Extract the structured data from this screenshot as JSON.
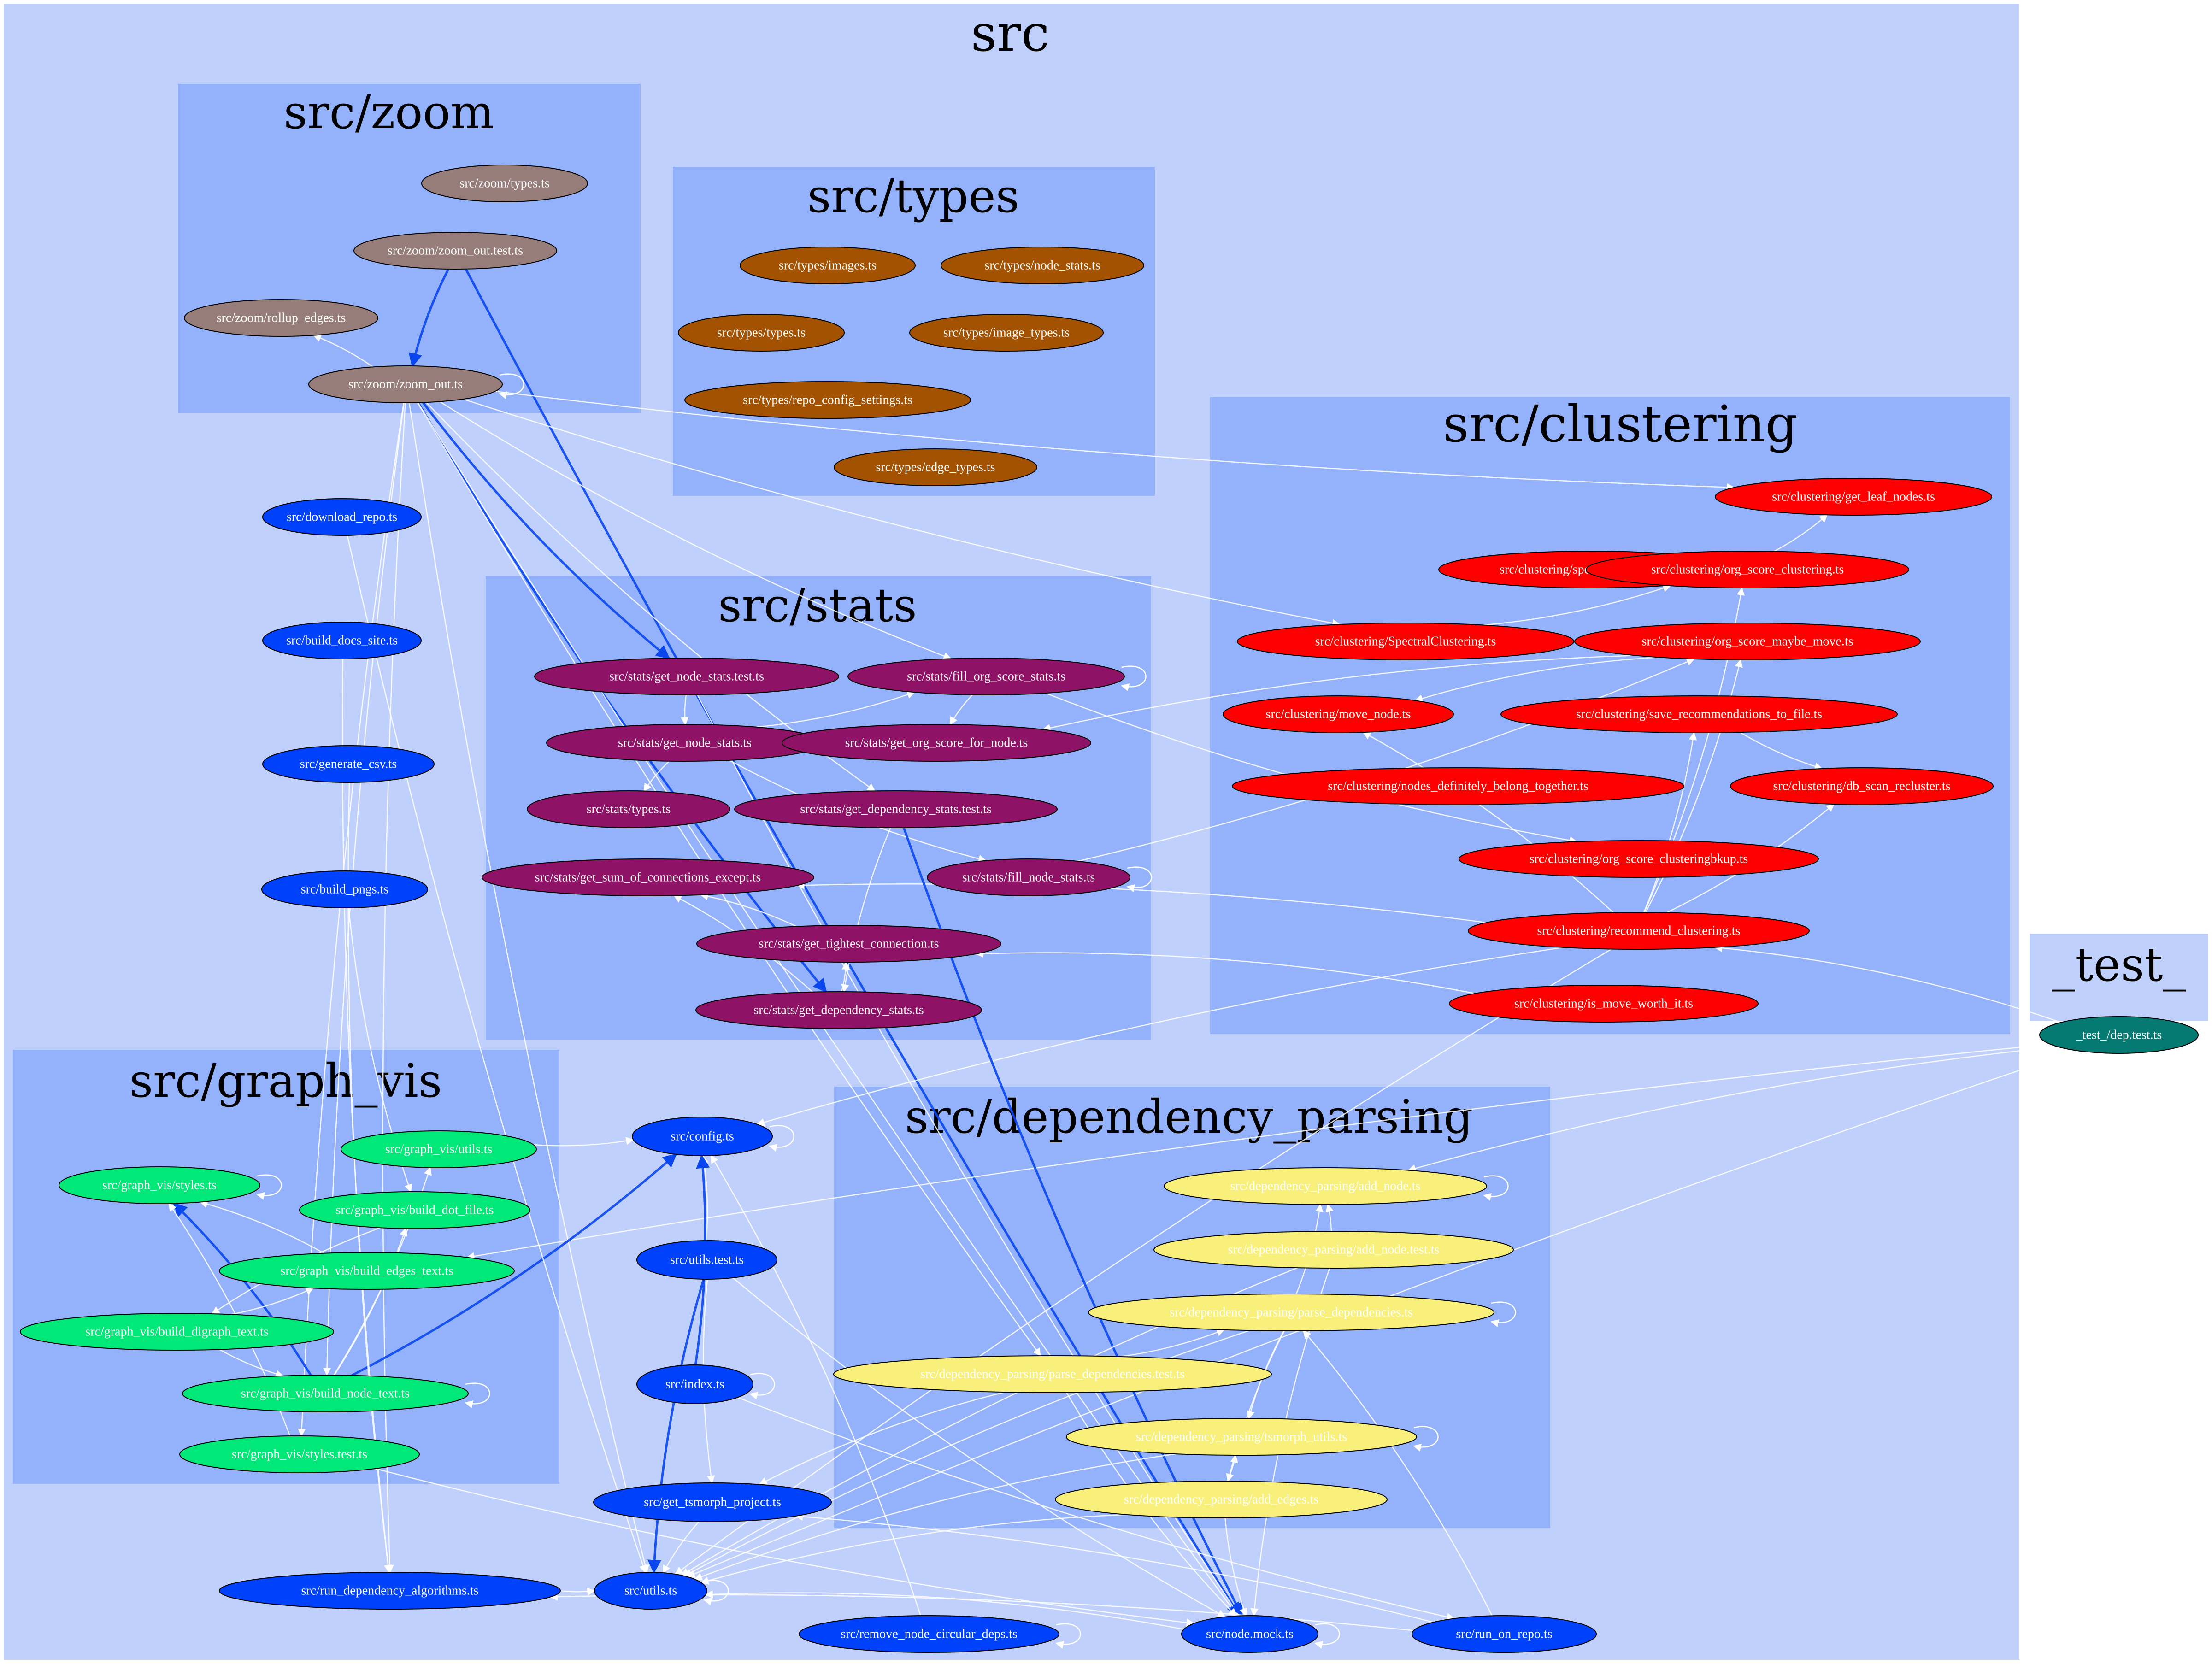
{
  "colors": {
    "outer_cluster": "#bfd0fc",
    "inner_cluster": "#93b2fb",
    "edge_light": "#ffffff",
    "edge_strong": "#0a46ee"
  },
  "clusters": [
    {
      "id": "src",
      "label": "src"
    },
    {
      "id": "_test_",
      "label": "_test_"
    },
    {
      "id": "zoom",
      "label": "src/zoom"
    },
    {
      "id": "types",
      "label": "src/types"
    },
    {
      "id": "clustering",
      "label": "src/clustering"
    },
    {
      "id": "stats",
      "label": "src/stats"
    },
    {
      "id": "graph_vis",
      "label": "src/graph_vis"
    },
    {
      "id": "dependency_parsing",
      "label": "src/dependency_parsing"
    }
  ],
  "node_groups": {
    "zoom": {
      "fill": "#977d79",
      "text": "#ffffff"
    },
    "types": {
      "fill": "#a25200",
      "text": "#ffffff"
    },
    "clustering": {
      "fill": "#ff0000",
      "text": "#ffffff"
    },
    "stats": {
      "fill": "#8e1266",
      "text": "#ffffff"
    },
    "graph_vis": {
      "fill": "#00e878",
      "text": "#ffffff"
    },
    "dependency_parsing": {
      "fill": "#f8f07b",
      "text": "#ffffff"
    },
    "src": {
      "fill": "#0041fb",
      "text": "#ffffff"
    },
    "test": {
      "fill": "#047a72",
      "text": "#ffffff"
    }
  },
  "nodes": [
    {
      "id": "zoom_types",
      "label": "src/zoom/types.ts",
      "group": "zoom"
    },
    {
      "id": "zoom_out_test",
      "label": "src/zoom/zoom_out.test.ts",
      "group": "zoom"
    },
    {
      "id": "rollup_edges",
      "label": "src/zoom/rollup_edges.ts",
      "group": "zoom"
    },
    {
      "id": "zoom_out",
      "label": "src/zoom/zoom_out.ts",
      "group": "zoom"
    },
    {
      "id": "types_images",
      "label": "src/types/images.ts",
      "group": "types"
    },
    {
      "id": "types_node_stats",
      "label": "src/types/node_stats.ts",
      "group": "types"
    },
    {
      "id": "types_types",
      "label": "src/types/types.ts",
      "group": "types"
    },
    {
      "id": "types_image_types",
      "label": "src/types/image_types.ts",
      "group": "types"
    },
    {
      "id": "types_repo_config",
      "label": "src/types/repo_config_settings.ts",
      "group": "types"
    },
    {
      "id": "types_edge_types",
      "label": "src/types/edge_types.ts",
      "group": "types"
    },
    {
      "id": "get_leaf_nodes",
      "label": "src/clustering/get_leaf_nodes.ts",
      "group": "clustering"
    },
    {
      "id": "spectral_clustering",
      "label": "src/clustering/spectral_clustering.ts",
      "group": "clustering"
    },
    {
      "id": "org_score_clustering",
      "label": "src/clustering/org_score_clustering.ts",
      "group": "clustering"
    },
    {
      "id": "SpectralClustering",
      "label": "src/clustering/SpectralClustering.ts",
      "group": "clustering"
    },
    {
      "id": "org_score_maybe_move",
      "label": "src/clustering/org_score_maybe_move.ts",
      "group": "clustering"
    },
    {
      "id": "move_node",
      "label": "src/clustering/move_node.ts",
      "group": "clustering"
    },
    {
      "id": "save_recommendations",
      "label": "src/clustering/save_recommendations_to_file.ts",
      "group": "clustering"
    },
    {
      "id": "nodes_definitely",
      "label": "src/clustering/nodes_definitely_belong_together.ts",
      "group": "clustering"
    },
    {
      "id": "db_scan_recluster",
      "label": "src/clustering/db_scan_recluster.ts",
      "group": "clustering"
    },
    {
      "id": "org_score_bkup",
      "label": "src/clustering/org_score_clusteringbkup.ts",
      "group": "clustering"
    },
    {
      "id": "recommend_clustering",
      "label": "src/clustering/recommend_clustering.ts",
      "group": "clustering"
    },
    {
      "id": "is_move_worth_it",
      "label": "src/clustering/is_move_worth_it.ts",
      "group": "clustering"
    },
    {
      "id": "get_node_stats_test",
      "label": "src/stats/get_node_stats.test.ts",
      "group": "stats"
    },
    {
      "id": "fill_org_score_stats",
      "label": "src/stats/fill_org_score_stats.ts",
      "group": "stats"
    },
    {
      "id": "get_node_stats",
      "label": "src/stats/get_node_stats.ts",
      "group": "stats"
    },
    {
      "id": "get_org_score_for_node",
      "label": "src/stats/get_org_score_for_node.ts",
      "group": "stats"
    },
    {
      "id": "stats_types",
      "label": "src/stats/types.ts",
      "group": "stats"
    },
    {
      "id": "get_dependency_stats_test",
      "label": "src/stats/get_dependency_stats.test.ts",
      "group": "stats"
    },
    {
      "id": "get_sum_of_connections",
      "label": "src/stats/get_sum_of_connections_except.ts",
      "group": "stats"
    },
    {
      "id": "fill_node_stats",
      "label": "src/stats/fill_node_stats.ts",
      "group": "stats"
    },
    {
      "id": "get_tightest_connection",
      "label": "src/stats/get_tightest_connection.ts",
      "group": "stats"
    },
    {
      "id": "get_dependency_stats",
      "label": "src/stats/get_dependency_stats.ts",
      "group": "stats"
    },
    {
      "id": "gv_utils",
      "label": "src/graph_vis/utils.ts",
      "group": "graph_vis"
    },
    {
      "id": "gv_styles",
      "label": "src/graph_vis/styles.ts",
      "group": "graph_vis"
    },
    {
      "id": "gv_build_dot_file",
      "label": "src/graph_vis/build_dot_file.ts",
      "group": "graph_vis"
    },
    {
      "id": "gv_build_edges_text",
      "label": "src/graph_vis/build_edges_text.ts",
      "group": "graph_vis"
    },
    {
      "id": "gv_build_digraph_text",
      "label": "src/graph_vis/build_digraph_text.ts",
      "group": "graph_vis"
    },
    {
      "id": "gv_build_node_text",
      "label": "src/graph_vis/build_node_text.ts",
      "group": "graph_vis"
    },
    {
      "id": "gv_styles_test",
      "label": "src/graph_vis/styles.test.ts",
      "group": "graph_vis"
    },
    {
      "id": "dp_add_node",
      "label": "src/dependency_parsing/add_node.ts",
      "group": "dependency_parsing"
    },
    {
      "id": "dp_add_node_test",
      "label": "src/dependency_parsing/add_node.test.ts",
      "group": "dependency_parsing"
    },
    {
      "id": "dp_parse_dependencies",
      "label": "src/dependency_parsing/parse_dependencies.ts",
      "group": "dependency_parsing"
    },
    {
      "id": "dp_parse_dependencies_test",
      "label": "src/dependency_parsing/parse_dependencies.test.ts",
      "group": "dependency_parsing"
    },
    {
      "id": "dp_tsmorph_utils",
      "label": "src/dependency_parsing/tsmorph_utils.ts",
      "group": "dependency_parsing"
    },
    {
      "id": "dp_add_edges",
      "label": "src/dependency_parsing/add_edges.ts",
      "group": "dependency_parsing"
    },
    {
      "id": "download_repo",
      "label": "src/download_repo.ts",
      "group": "src"
    },
    {
      "id": "build_docs_site",
      "label": "src/build_docs_site.ts",
      "group": "src"
    },
    {
      "id": "generate_csv",
      "label": "src/generate_csv.ts",
      "group": "src"
    },
    {
      "id": "build_pngs",
      "label": "src/build_pngs.ts",
      "group": "src"
    },
    {
      "id": "config",
      "label": "src/config.ts",
      "group": "src"
    },
    {
      "id": "utils_test",
      "label": "src/utils.test.ts",
      "group": "src"
    },
    {
      "id": "index",
      "label": "src/index.ts",
      "group": "src"
    },
    {
      "id": "get_tsmorph_project",
      "label": "src/get_tsmorph_project.ts",
      "group": "src"
    },
    {
      "id": "run_dependency_algorithms",
      "label": "src/run_dependency_algorithms.ts",
      "group": "src"
    },
    {
      "id": "utils",
      "label": "src/utils.ts",
      "group": "src"
    },
    {
      "id": "remove_node_circular_deps",
      "label": "src/remove_node_circular_deps.ts",
      "group": "src"
    },
    {
      "id": "node_mock",
      "label": "src/node.mock.ts",
      "group": "src"
    },
    {
      "id": "run_on_repo",
      "label": "src/run_on_repo.ts",
      "group": "src"
    },
    {
      "id": "test_dep",
      "label": "_test_/dep.test.ts",
      "group": "test"
    }
  ],
  "self_loops": [
    "zoom_out",
    "fill_org_score_stats",
    "fill_node_stats",
    "gv_styles",
    "gv_build_node_text",
    "config",
    "index",
    "utils",
    "remove_node_circular_deps",
    "node_mock",
    "dp_add_node",
    "dp_parse_dependencies",
    "dp_tsmorph_utils"
  ],
  "edges": [
    {
      "from": "zoom_out_test",
      "to": "zoom_out",
      "strong": true
    },
    {
      "from": "zoom_out_test",
      "to": "node_mock",
      "strong": true
    },
    {
      "from": "zoom_out",
      "to": "rollup_edges",
      "strong": false
    },
    {
      "from": "zoom_out",
      "to": "get_leaf_nodes",
      "strong": false
    },
    {
      "from": "zoom_out",
      "to": "SpectralClustering",
      "strong": false
    },
    {
      "from": "zoom_out",
      "to": "fill_org_score_stats",
      "strong": false
    },
    {
      "from": "zoom_out",
      "to": "get_dependency_stats",
      "strong": true
    },
    {
      "from": "zoom_out",
      "to": "gv_build_node_text",
      "strong": false
    },
    {
      "from": "zoom_out",
      "to": "gv_styles_test",
      "strong": false
    },
    {
      "from": "zoom_out",
      "to": "run_dependency_algorithms",
      "strong": false
    },
    {
      "from": "zoom_out",
      "to": "utils",
      "strong": false
    },
    {
      "from": "zoom_out",
      "to": "node_mock",
      "strong": false
    },
    {
      "from": "zoom_out",
      "to": "get_node_stats_test",
      "strong": true
    },
    {
      "from": "zoom_out",
      "to": "dp_parse_dependencies_test",
      "strong": false
    },
    {
      "from": "zoom_out",
      "to": "get_dependency_stats_test",
      "strong": false
    },
    {
      "from": "SpectralClustering",
      "to": "org_score_clustering",
      "strong": false
    },
    {
      "from": "org_score_clustering",
      "to": "get_leaf_nodes",
      "strong": false
    },
    {
      "from": "org_score_maybe_move",
      "to": "move_node",
      "strong": false
    },
    {
      "from": "org_score_maybe_move",
      "to": "get_org_score_for_node",
      "strong": false
    },
    {
      "from": "save_recommendations",
      "to": "db_scan_recluster",
      "strong": false
    },
    {
      "from": "recommend_clustering",
      "to": "org_score_maybe_move",
      "strong": false
    },
    {
      "from": "recommend_clustering",
      "to": "save_recommendations",
      "strong": false
    },
    {
      "from": "recommend_clustering",
      "to": "db_scan_recluster",
      "strong": false
    },
    {
      "from": "recommend_clustering",
      "to": "move_node",
      "strong": false
    },
    {
      "from": "recommend_clustering",
      "to": "org_score_clustering",
      "strong": false
    },
    {
      "from": "recommend_clustering",
      "to": "config",
      "strong": false
    },
    {
      "from": "recommend_clustering",
      "to": "get_sum_of_connections",
      "strong": false
    },
    {
      "from": "recommend_clustering",
      "to": "utils",
      "strong": false
    },
    {
      "from": "test_dep",
      "to": "recommend_clustering",
      "strong": false
    },
    {
      "from": "test_dep",
      "to": "utils",
      "strong": false
    },
    {
      "from": "test_dep",
      "to": "dp_add_node",
      "strong": false
    },
    {
      "from": "test_dep",
      "to": "gv_build_edges_text",
      "strong": false
    },
    {
      "from": "is_move_worth_it",
      "to": "get_tightest_connection",
      "strong": false
    },
    {
      "from": "fill_node_stats",
      "to": "org_score_maybe_move",
      "strong": false
    },
    {
      "from": "get_node_stats_test",
      "to": "get_node_stats",
      "strong": false
    },
    {
      "from": "get_node_stats_test",
      "to": "node_mock",
      "strong": false
    },
    {
      "from": "get_node_stats",
      "to": "fill_org_score_stats",
      "strong": false
    },
    {
      "from": "get_node_stats",
      "to": "stats_types",
      "strong": false
    },
    {
      "from": "get_node_stats",
      "to": "fill_node_stats",
      "strong": false
    },
    {
      "from": "fill_org_score_stats",
      "to": "get_org_score_for_node",
      "strong": false
    },
    {
      "from": "fill_org_score_stats",
      "to": "org_score_bkup",
      "strong": false
    },
    {
      "from": "get_dependency_stats_test",
      "to": "get_dependency_stats",
      "strong": false
    },
    {
      "from": "get_dependency_stats_test",
      "to": "node_mock",
      "strong": true
    },
    {
      "from": "get_tightest_connection",
      "to": "get_sum_of_connections",
      "strong": false
    },
    {
      "from": "get_dependency_stats",
      "to": "get_sum_of_connections",
      "strong": false
    },
    {
      "from": "get_dependency_stats",
      "to": "get_tightest_connection",
      "strong": false
    },
    {
      "from": "gv_build_node_text",
      "to": "config",
      "strong": true
    },
    {
      "from": "gv_build_node_text",
      "to": "gv_styles",
      "strong": true
    },
    {
      "from": "gv_build_node_text",
      "to": "gv_utils",
      "strong": false
    },
    {
      "from": "gv_build_node_text",
      "to": "gv_build_dot_file",
      "strong": false
    },
    {
      "from": "gv_build_digraph_text",
      "to": "gv_build_node_text",
      "strong": false
    },
    {
      "from": "gv_build_digraph_text",
      "to": "gv_build_edges_text",
      "strong": false
    },
    {
      "from": "gv_build_dot_file",
      "to": "gv_build_digraph_text",
      "strong": false
    },
    {
      "from": "gv_build_edges_text",
      "to": "gv_styles",
      "strong": false
    },
    {
      "from": "gv_styles_test",
      "to": "gv_styles",
      "strong": false
    },
    {
      "from": "gv_styles_test",
      "to": "node_mock",
      "strong": false
    },
    {
      "from": "gv_utils",
      "to": "config",
      "strong": false
    },
    {
      "from": "build_pngs",
      "to": "gv_build_dot_file",
      "strong": false
    },
    {
      "from": "generate_csv",
      "to": "run_dependency_algorithms",
      "strong": false
    },
    {
      "from": "build_docs_site",
      "to": "run_dependency_algorithms",
      "strong": false
    },
    {
      "from": "download_repo",
      "to": "utils",
      "strong": false
    },
    {
      "from": "utils_test",
      "to": "utils",
      "strong": true
    },
    {
      "from": "utils_test",
      "to": "config",
      "strong": false
    },
    {
      "from": "utils_test",
      "to": "get_tsmorph_project",
      "strong": false
    },
    {
      "from": "utils_test",
      "to": "node_mock",
      "strong": false
    },
    {
      "from": "index",
      "to": "config",
      "strong": true
    },
    {
      "from": "index",
      "to": "run_on_repo",
      "strong": false
    },
    {
      "from": "get_tsmorph_project",
      "to": "utils",
      "strong": false
    },
    {
      "from": "run_dependency_algorithms",
      "to": "utils",
      "strong": false
    },
    {
      "from": "run_on_repo",
      "to": "run_dependency_algorithms",
      "strong": false
    },
    {
      "from": "run_on_repo",
      "to": "dp_parse_dependencies",
      "strong": false
    },
    {
      "from": "run_on_repo",
      "to": "get_tsmorph_project",
      "strong": false
    },
    {
      "from": "node_mock",
      "to": "utils",
      "strong": false
    },
    {
      "from": "remove_node_circular_deps",
      "to": "config",
      "strong": false
    },
    {
      "from": "dp_add_node_test",
      "to": "dp_add_node",
      "strong": false
    },
    {
      "from": "dp_add_node_test",
      "to": "node_mock",
      "strong": false
    },
    {
      "from": "dp_add_node_test",
      "to": "utils",
      "strong": false
    },
    {
      "from": "dp_parse_dependencies",
      "to": "dp_add_node",
      "strong": false
    },
    {
      "from": "dp_parse_dependencies",
      "to": "dp_add_edges",
      "strong": false
    },
    {
      "from": "dp_parse_dependencies",
      "to": "dp_tsmorph_utils",
      "strong": false
    },
    {
      "from": "dp_parse_dependencies",
      "to": "utils",
      "strong": false
    },
    {
      "from": "dp_parse_dependencies_test",
      "to": "dp_parse_dependencies",
      "strong": false
    },
    {
      "from": "dp_parse_dependencies_test",
      "to": "node_mock",
      "strong": false
    },
    {
      "from": "dp_parse_dependencies_test",
      "to": "get_tsmorph_project",
      "strong": false
    },
    {
      "from": "dp_tsmorph_utils",
      "to": "utils",
      "strong": false
    },
    {
      "from": "dp_add_edges",
      "to": "dp_tsmorph_utils",
      "strong": false
    },
    {
      "from": "dp_add_edges",
      "to": "utils",
      "strong": false
    },
    {
      "from": "dp_add_edges",
      "to": "node_mock",
      "strong": false
    }
  ]
}
